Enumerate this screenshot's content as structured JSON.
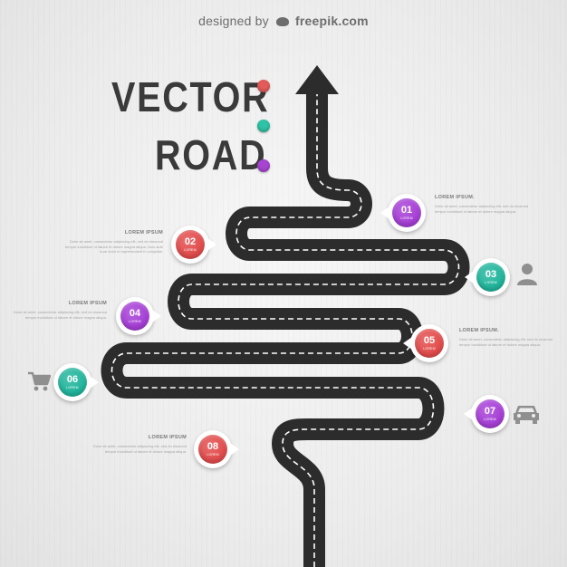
{
  "header": {
    "credit_prefix": "designed by",
    "credit_brand": "freepik.com"
  },
  "title": {
    "line1": "VECTOR",
    "line2": "ROAD"
  },
  "accent_dots": [
    "#e45b5b",
    "#2ec2a6",
    "#a745d1"
  ],
  "colors": {
    "road": "#2c2c2c",
    "road_lines": "#ffffff",
    "background": "#ebebeb",
    "icons": "#8f8f8f"
  },
  "steps": [
    {
      "num": "01",
      "label": "LOREM",
      "color": "#a63fd6"
    },
    {
      "num": "02",
      "label": "LOREM",
      "color": "#e24c4c"
    },
    {
      "num": "03",
      "label": "LOREM",
      "color": "#21b59c"
    },
    {
      "num": "04",
      "label": "LOREM",
      "color": "#a63fd6"
    },
    {
      "num": "05",
      "label": "LOREM",
      "color": "#e24c4c"
    },
    {
      "num": "06",
      "label": "LOREM",
      "color": "#21b59c"
    },
    {
      "num": "07",
      "label": "LOREM",
      "color": "#a63fd6"
    },
    {
      "num": "08",
      "label": "LOREM",
      "color": "#e24c4c"
    }
  ],
  "info_blocks": [
    {
      "heading": "LOREM IPSUM.",
      "body": "Dolor sit amet, consectetur adipiscing elit, sed do eiusmod tempor incididunt ut labore et dolore magna aliqua."
    },
    {
      "heading": "LOREM IPSUM",
      "body": "Dolor sit amet, consectetur adipiscing elit, sed do eiusmod tempor incididunt ut labore et dolore magna aliqua. Duis aute irure dolor in reprehenderit in voluptate."
    },
    {
      "heading": "LOREM IPSUM",
      "body": "Dolor sit amet, consectetur adipiscing elit, sed do eiusmod tempor incididunt ut labore et dolore magna aliqua."
    },
    {
      "heading": "LOREM IPSUM.",
      "body": "Dolor sit amet, consectetur adipiscing elit, sed do eiusmod tempor incididunt ut labore et dolore magna aliqua."
    },
    {
      "heading": "LOREM IPSUM",
      "body": "Dolor sit amet, consectetur adipiscing elit, sed do eiusmod tempor incididunt ut labore et dolore magna aliqua."
    }
  ],
  "icons": [
    "person-icon",
    "shopping-cart-icon",
    "car-icon"
  ]
}
